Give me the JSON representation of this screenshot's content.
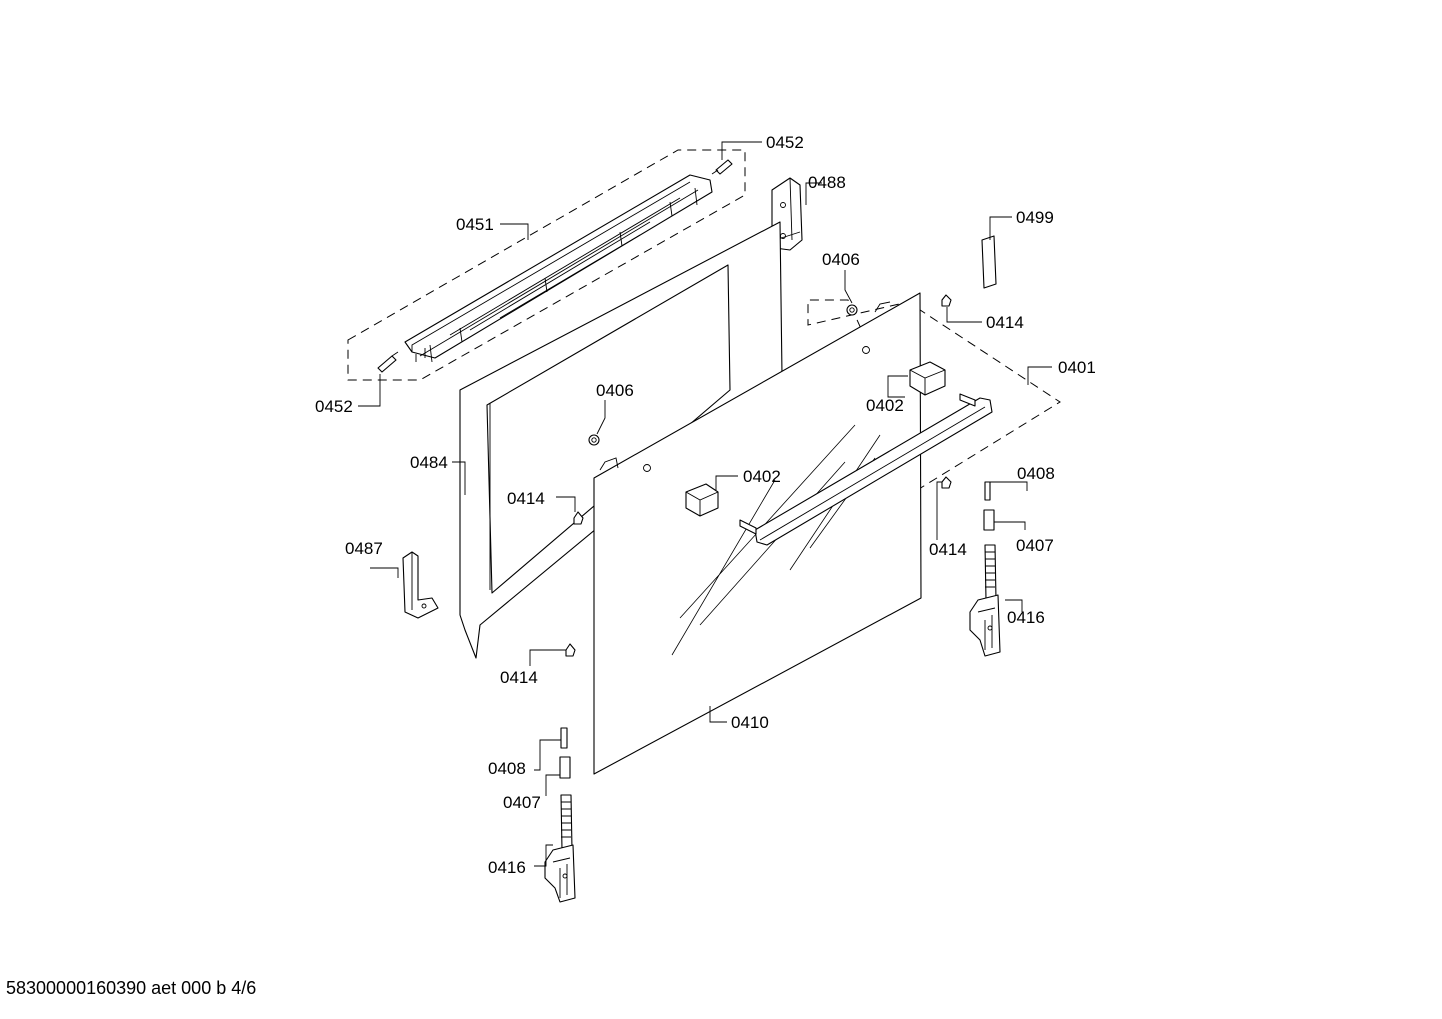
{
  "labels": {
    "l0452a": "0452",
    "l0451": "0451",
    "l0488": "0488",
    "l0499": "0499",
    "l0406a": "0406",
    "l0414a": "0414",
    "l0401": "0401",
    "l0452b": "0452",
    "l0406b": "0406",
    "l0402a": "0402",
    "l0484": "0484",
    "l0414b": "0414",
    "l0402b": "0402",
    "l0408a": "0408",
    "l0414c": "0414",
    "l0407a": "0407",
    "l0487": "0487",
    "l0416a": "0416",
    "l0414d": "0414",
    "l0410": "0410",
    "l0408b": "0408",
    "l0407b": "0407",
    "l0416b": "0416"
  },
  "footer": "58300000160390 aet 000 b 4/6"
}
